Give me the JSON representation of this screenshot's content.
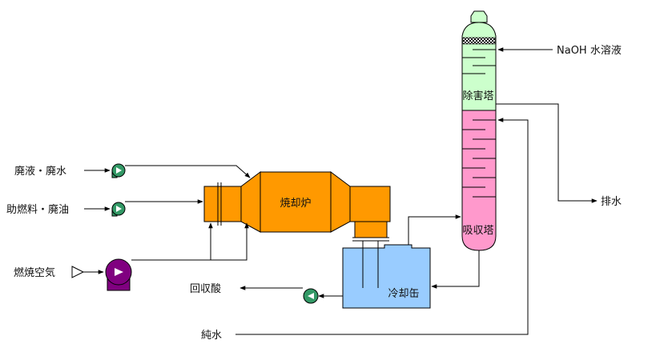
{
  "labels": {
    "waste_liquid": "廃液・廃水",
    "aux_fuel": "助燃料・廃油",
    "combustion_air": "燃焼空気",
    "incinerator": "焼却炉",
    "recovered_acid": "回収酸",
    "quench_tank": "冷却缶",
    "pure_water": "純水",
    "absorber": "吸収塔",
    "scrubber": "除害塔",
    "naoh": "NaOH 水溶液",
    "drain": "排水"
  },
  "colors": {
    "furnace": "#FF9900",
    "tank": "#99CCFF",
    "scrubber_section": "#CCFFCC",
    "absorber_section": "#FF99CC",
    "blower": "#800080",
    "pump": "#339966",
    "line": "#000000"
  }
}
